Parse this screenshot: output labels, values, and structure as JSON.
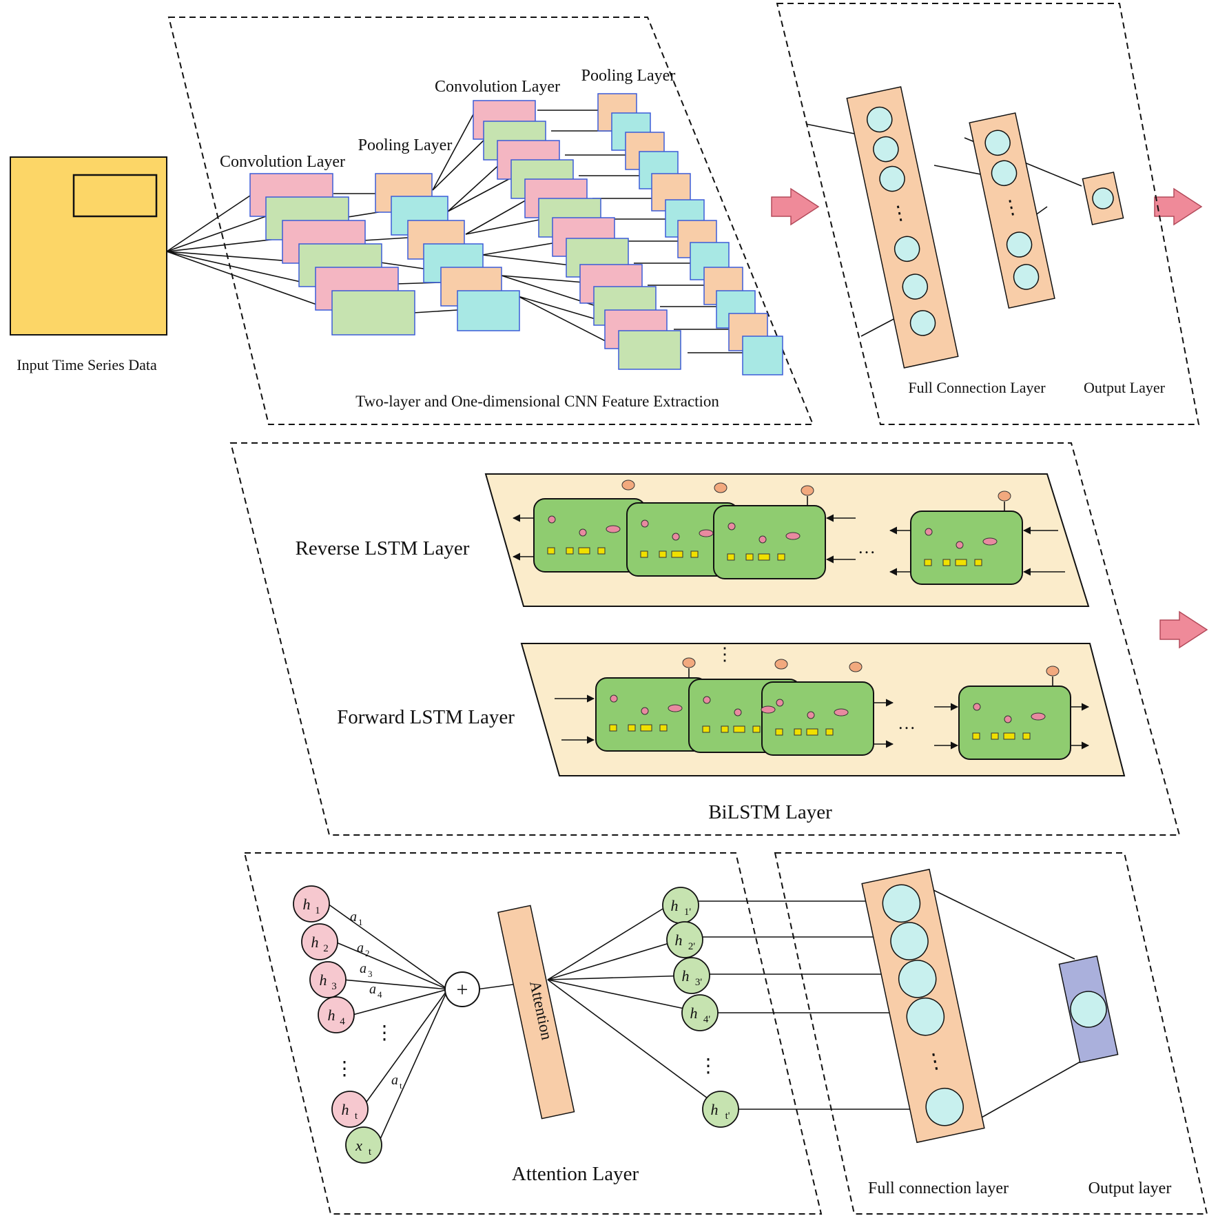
{
  "labels": {
    "input_data": "Input Time Series Data",
    "conv_layer_1": "Convolution Layer",
    "pool_layer_1": "Pooling Layer",
    "conv_layer_2": "Convolution Layer",
    "pool_layer_2": "Pooling Layer",
    "cnn_caption": "Two-layer and One-dimensional CNN Feature Extraction",
    "fc_layer_top": "Full Connection Layer",
    "output_layer_top": "Output Layer",
    "reverse_lstm": "Reverse LSTM Layer",
    "forward_lstm": "Forward LSTM Layer",
    "bilstm": "BiLSTM  Layer",
    "attention_box": "Attention",
    "attention_layer": "Attention Layer",
    "fc_layer_bottom": "Full connection layer",
    "output_layer_bottom": "Output layer",
    "ellipsis": "…",
    "vdots": "⋮",
    "plus": "+"
  },
  "attention_inputs": [
    {
      "id": "h",
      "sub": "1",
      "weight": "1"
    },
    {
      "id": "h",
      "sub": "2",
      "weight": "2"
    },
    {
      "id": "h",
      "sub": "3",
      "weight": "3"
    },
    {
      "id": "h",
      "sub": "4",
      "weight": "4"
    },
    {
      "id": "h",
      "sub": "t",
      "weight": "t"
    },
    {
      "id": "x",
      "sub": "t",
      "weight": ""
    }
  ],
  "weight_symbol": "a",
  "attention_outputs": [
    {
      "id": "h",
      "sub": "1'"
    },
    {
      "id": "h",
      "sub": "2'"
    },
    {
      "id": "h",
      "sub": "3'"
    },
    {
      "id": "h",
      "sub": "4'"
    },
    {
      "id": "h",
      "sub": "t'"
    }
  ],
  "colors": {
    "input_box": "#fcd667",
    "conv_pink": "#f4b6c2",
    "conv_green": "#c6e3b0",
    "pool_orange": "#f8cda8",
    "pool_cyan": "#a8e8e4",
    "fc_bar": "#f8cda8",
    "neuron": "#c8f0ee",
    "arrow": "#ef8a99",
    "lstm_panel": "#fbeccb",
    "lstm_cell": "#8fcc70",
    "h_pink": "#f6c8cf",
    "h_green": "#c6e3b0",
    "output_bar_bottom": "#aab0dc"
  }
}
